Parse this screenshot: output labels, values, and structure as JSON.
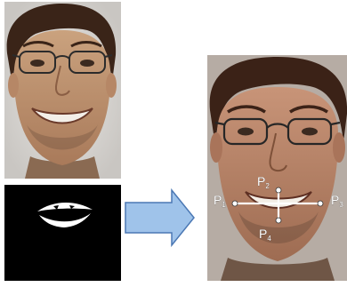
{
  "diagram": {
    "input_panel": {
      "face_photo_icon": "smiling-face-photo",
      "mouth_mask_icon": "binary-mouth-mask"
    },
    "arrow": {
      "color": "#9fc3ea",
      "outline": "#4b78b4"
    },
    "output_panel": {
      "face_photo_icon": "annotated-face-photo",
      "points": {
        "p1": "P",
        "p1_sub": "1",
        "p2": "P",
        "p2_sub": "2",
        "p3": "P",
        "p3_sub": "3",
        "p4": "P",
        "p4_sub": "4"
      },
      "annotation_color": "#ffffff"
    }
  }
}
